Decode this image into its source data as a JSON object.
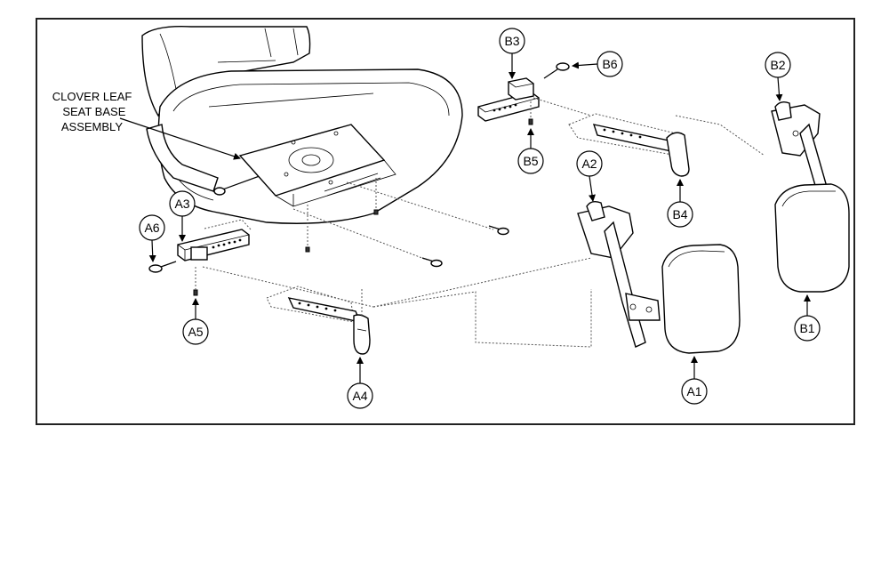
{
  "assembly_label": [
    "CLOVER LEAF",
    "SEAT BASE",
    "ASSEMBLY"
  ],
  "callouts": {
    "a1": "A1",
    "a2": "A2",
    "a3": "A3",
    "a4": "A4",
    "a5": "A5",
    "a6": "A6",
    "b1": "B1",
    "b2": "B2",
    "b3": "B3",
    "b4": "B4",
    "b5": "B5",
    "b6": "B6"
  }
}
